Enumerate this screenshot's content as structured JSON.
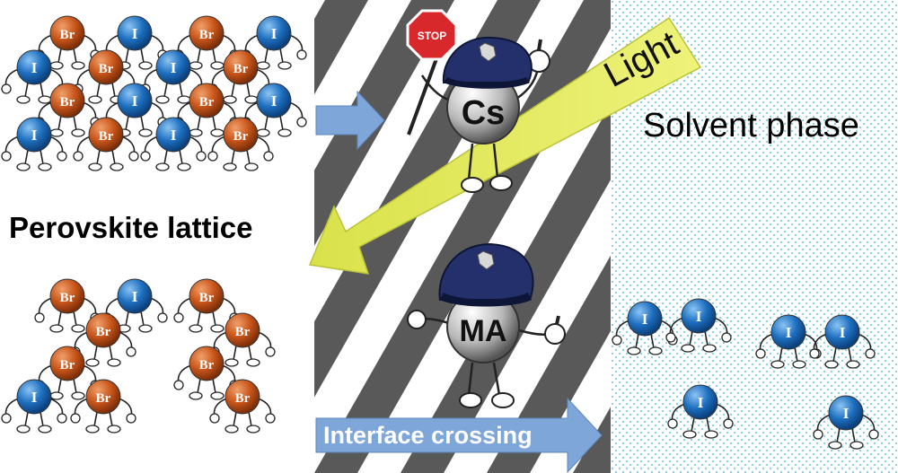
{
  "labels": {
    "perovskite": "Perovskite lattice",
    "solvent": "Solvent phase",
    "light": "Light",
    "interface": "Interface crossing",
    "stop": "STOP",
    "cation_cs": "Cs",
    "cation_ma": "MA"
  },
  "atoms": {
    "br": "Br",
    "i": "I"
  },
  "colors": {
    "bromide": "#c8551b",
    "iodide": "#1e6fc0",
    "light_beam": "#e6ef6a",
    "interface_arrow": "#7ea6d8",
    "solvent_dots": "#9ed8e6",
    "stripe_dark": "#595959",
    "police_blue": "#23306b",
    "stop_red": "#d9282c"
  }
}
